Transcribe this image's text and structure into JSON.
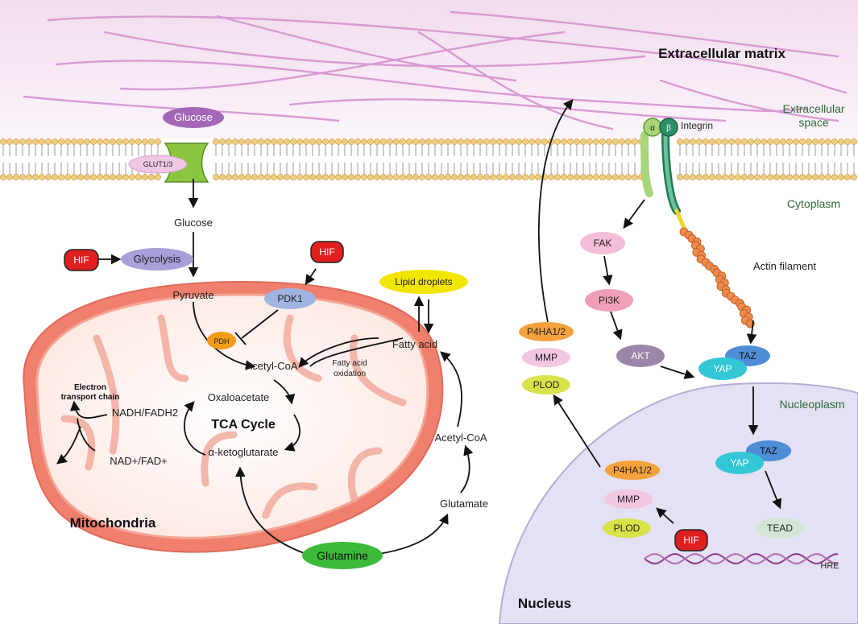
{
  "regions": {
    "extracellular_matrix": "Extracellular matrix",
    "extracellular_space_1": "Extracellular",
    "extracellular_space_2": "space",
    "cytoplasm": "Cytoplasm",
    "nucleoplasm": "Nucleoplasm",
    "nucleus": "Nucleus",
    "mitochondria": "Mitochondria"
  },
  "membrane": {
    "glucose_outside": "Glucose",
    "transporter": "GLUT1/3",
    "integrin": "Integrin",
    "integrin_alpha": "α",
    "integrin_beta": "β"
  },
  "cytoplasm": {
    "glucose": "Glucose",
    "hif_1": "HIF",
    "glycolysis": "Glycolysis",
    "pyruvate": "Pyruvate",
    "hif_2": "HIF",
    "pdk1": "PDK1",
    "lipid_droplets": "Lipid droplets",
    "fatty_acid": "Fatty acid",
    "fatty_acid_oxidation_1": "Fatty acid",
    "fatty_acid_oxidation_2": "oxidation",
    "acetyl_coa_outer": "Acetyl-CoA",
    "glutamate": "Glutamate",
    "glutamine": "Glutamine",
    "fak": "FAK",
    "pi3k": "PI3K",
    "akt": "AKT",
    "actin_filament": "Actin filament",
    "yap": "YAP",
    "taz": "TAZ",
    "p4ha": "P4HA1/2",
    "mmp": "MMP",
    "plod": "PLOD"
  },
  "mito": {
    "pdh": "PDH",
    "acetyl_coa": "Acetyl-CoA",
    "oxaloacetate": "Oxaloacetate",
    "tca": "TCA Cycle",
    "akg": "α-ketoglutarate",
    "nadh": "NADH/FADH2",
    "nad": "NAD+/FAD+",
    "etc_1": "Electron",
    "etc_2": "transport chain"
  },
  "nucleus": {
    "yap": "YAP",
    "taz": "TAZ",
    "tead": "TEAD",
    "p4ha": "P4HA1/2",
    "mmp": "MMP",
    "plod": "PLOD",
    "hif": "HIF",
    "hre": "HRE"
  },
  "colors": {
    "hif": "#e02020",
    "glycolysis": "#a99fd9",
    "pdk1": "#9fb4e0",
    "lipid": "#f2e600",
    "pdh": "#f39c1a",
    "glutamine": "#3dba3a",
    "fak": "#f4bdd8",
    "pi3k": "#f0a0b4",
    "akt": "#9a86a8",
    "yap": "#33c7d6",
    "taz": "#4f8ed6",
    "tead": "#d3e6d6",
    "p4ha": "#f5a13c",
    "mmp": "#f3c6e2",
    "plod": "#d8e24a",
    "glucose": "#a466b6",
    "glut": "#efc8e6",
    "membrane_head": "#f2cc7a",
    "mito_outer": "#f07f6e",
    "mito_fill": "#fbe1da",
    "nucleus_fill": "#e3e1f3",
    "ecm_fiber": "#d99ad2"
  }
}
